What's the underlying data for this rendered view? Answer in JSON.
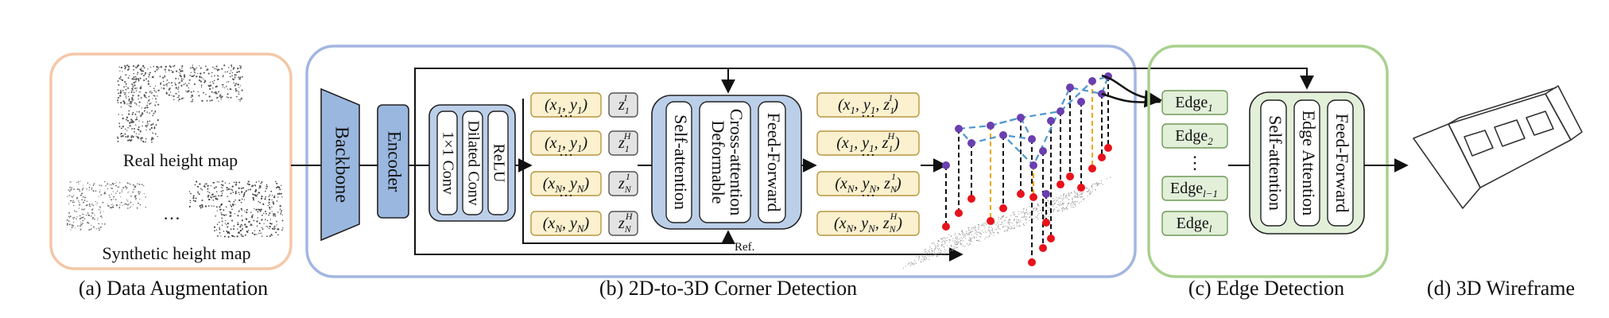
{
  "colors": {
    "aug_border": "#f4c7a8",
    "corner_border": "#a3b6e0",
    "edge_border": "#a9d18e",
    "blue_block": "#9ab7df",
    "token_fill": "#fbf1cf",
    "token_border": "#b8963e",
    "z_fill": "#e3e3e3",
    "green_fill": "#e2efd9",
    "point_purple": "#6a3fb0",
    "point_red": "#e8121b",
    "dash_blue": "#4f97cc",
    "dash_orange": "#f0a500"
  },
  "panels": {
    "augmentation": {
      "caption": "(a) Data Augmentation",
      "real_label": "Real height map",
      "synthetic_label": "Synthetic height map",
      "ellipsis": "…"
    },
    "corner": {
      "caption": "(b) 2D-to-3D Corner Detection",
      "backbone": "Backbone",
      "encoder": "Encoder",
      "conv_block": [
        "1×1 Conv",
        "Dilated Conv",
        "ReLU"
      ],
      "input_tokens": [
        {
          "x": "(x",
          "xs": "1",
          "y": ", y",
          "ys": "1",
          "z": "z",
          "zs": "1",
          "zp": "1"
        },
        {
          "x": "(x",
          "xs": "1",
          "y": ", y",
          "ys": "1",
          "z": "z",
          "zs": "1",
          "zp": "H"
        },
        {
          "x": "(x",
          "xs": "N",
          "y": ", y",
          "ys": "N",
          "z": "z",
          "zs": "N",
          "zp": "1"
        },
        {
          "x": "(x",
          "xs": "N",
          "y": ", y",
          "ys": "N",
          "z": "z",
          "zs": "N",
          "zp": "H"
        }
      ],
      "decoder_block": [
        "Self-attention",
        "Deformable",
        "Cross-attention",
        "Feed-Forward"
      ],
      "ref_label": "Ref.",
      "dots": "…"
    },
    "edge": {
      "caption": "(c) Edge Detection",
      "edges": [
        {
          "base": "Edge",
          "sub": "1"
        },
        {
          "base": "Edge",
          "sub": "2"
        },
        {
          "base": "Edge",
          "sub": "l−1"
        },
        {
          "base": "Edge",
          "sub": "l"
        }
      ],
      "block": [
        "Self-attention",
        "Edge Attention",
        "Feed-Forward"
      ],
      "dots": "⋮"
    },
    "wireframe": {
      "caption": "(d) 3D Wireframe"
    }
  }
}
